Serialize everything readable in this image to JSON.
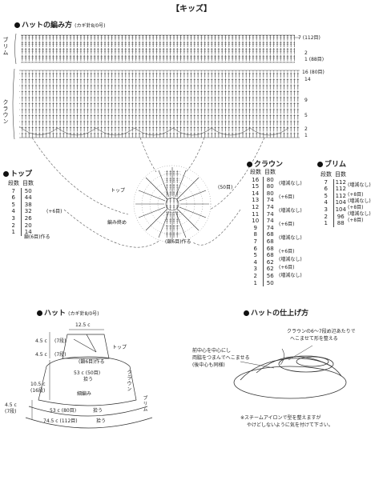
{
  "page_title": "【キッズ】",
  "hat_pattern": {
    "title": "ハットの編み方",
    "note": "(カギ針8/0号)",
    "brim_label": "ブリム",
    "crown_label": "クラウン",
    "row_marks": [
      "7 (112目)",
      "2",
      "1 (88目)",
      "16 (80目)",
      "14",
      "9",
      "5",
      "2",
      "1"
    ]
  },
  "top": {
    "title": "トップ",
    "col_rows": "段数",
    "col_stitches": "目数",
    "rows": [
      {
        "row": "7",
        "stitches": "50"
      },
      {
        "row": "6",
        "stitches": "44"
      },
      {
        "row": "5",
        "stitches": "38"
      },
      {
        "row": "4",
        "stitches": "32"
      },
      {
        "row": "3",
        "stitches": "26"
      },
      {
        "row": "2",
        "stitches": "20"
      },
      {
        "row": "1",
        "stitches": "14"
      }
    ],
    "increase_note": "(+6目)",
    "start_note": "鎖(6目)作る"
  },
  "crown": {
    "title": "クラウン",
    "col_rows": "段数",
    "col_stitches": "目数",
    "rows": [
      {
        "row": "16",
        "stitches": "80"
      },
      {
        "row": "15",
        "stitches": "80"
      },
      {
        "row": "14",
        "stitches": "80"
      },
      {
        "row": "13",
        "stitches": "74"
      },
      {
        "row": "12",
        "stitches": "74"
      },
      {
        "row": "11",
        "stitches": "74"
      },
      {
        "row": "10",
        "stitches": "74"
      },
      {
        "row": "9",
        "stitches": "74"
      },
      {
        "row": "8",
        "stitches": "68"
      },
      {
        "row": "7",
        "stitches": "68"
      },
      {
        "row": "6",
        "stitches": "68"
      },
      {
        "row": "5",
        "stitches": "68"
      },
      {
        "row": "4",
        "stitches": "62"
      },
      {
        "row": "3",
        "stitches": "62"
      },
      {
        "row": "2",
        "stitches": "56"
      },
      {
        "row": "1",
        "stitches": "50"
      }
    ],
    "notes": [
      "(増減なし)",
      "(+6目)",
      "(増減なし)",
      "(+6目)",
      "(増減なし)",
      "(+6目)",
      "(増減なし)",
      "(+6目)",
      "(増減なし)"
    ]
  },
  "brim": {
    "title": "ブリム",
    "col_rows": "段数",
    "col_stitches": "目数",
    "rows": [
      {
        "row": "7",
        "stitches": "112"
      },
      {
        "row": "6",
        "stitches": "112"
      },
      {
        "row": "5",
        "stitches": "112"
      },
      {
        "row": "4",
        "stitches": "104"
      },
      {
        "row": "3",
        "stitches": "104"
      },
      {
        "row": "2",
        "stitches": "96"
      },
      {
        "row": "1",
        "stitches": "88"
      }
    ],
    "notes": [
      "(増減なし)",
      "(+8目)",
      "(増減なし)",
      "(+8目)",
      "(増減なし)",
      "(+8目)"
    ]
  },
  "top_diagram": {
    "label_top": "トップ",
    "label_50": "(50目)",
    "label_end": "編み終め",
    "label_chain": "(鎖6目)作る"
  },
  "hat_dims": {
    "title": "ハット",
    "note": "(カギ針8/0号)",
    "d_top_width": "12.5 c",
    "d_top_h": "4.5 c",
    "d_top_rows": "(7段)",
    "label_top": "トップ",
    "label_chain": "(鎖6目)作る",
    "d_mid_h": "4.5 c",
    "d_mid_rows": "(7段)",
    "d_crown_circ": "53 c (50目)",
    "pick": "拾う",
    "label_crown": "クラウン",
    "label_body": "細編み",
    "d_side_h": "10.5 c",
    "d_side_rows": "(16段)",
    "d_brim_h": "4.5 c",
    "d_brim_rows": "(7段)",
    "d_crown_base": "53 c (80目)",
    "pick2": "拾う",
    "d_brim_circ": "74.5 c (112目)",
    "pick3": "拾う",
    "label_brim": "ブリム"
  },
  "finish": {
    "title": "ハットの仕上げ方",
    "callout_crown": "クラウンの6〜7段め辺あたりで",
    "callout_crown2": "へこませて形を整える",
    "callout_front1": "前中心を中心にし",
    "callout_front2": "両脇をつまんでへこませる",
    "callout_front3": "(後中心も同様)",
    "steam1": "※スチームアイロンで型を整えますが",
    "steam2": "やけどしないように気を付けて下さい。"
  }
}
